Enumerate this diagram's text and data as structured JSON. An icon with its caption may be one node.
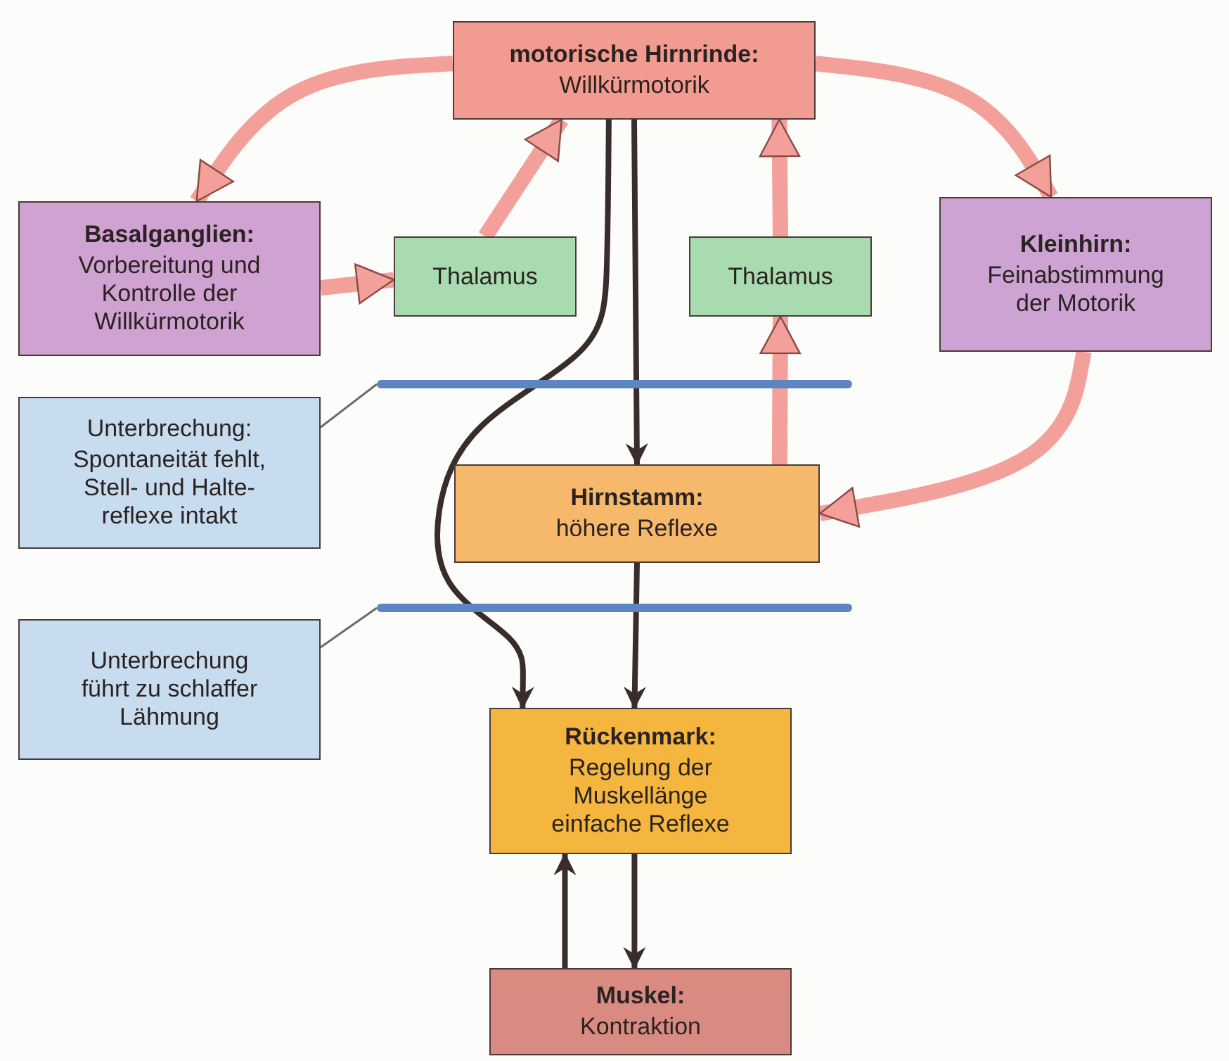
{
  "diagram": {
    "nodes": [
      {
        "text": [
          "motorische Hirnrinde:",
          "Willkürmotorik"
        ]
      },
      {
        "text": [
          "Basalganglien:",
          "Vorbereitung und Kontrolle der Willkürmotorik"
        ]
      },
      {
        "text": [
          "Thalamus"
        ]
      },
      {
        "text": [
          "Thalamus"
        ]
      },
      {
        "text": [
          "Kleinhirn:",
          "Feinabstimmung der Motorik"
        ]
      },
      {
        "text": [
          "Unterbrechung:",
          "Spontaneität fehlt, Stell- und Halte- reflexe intakt"
        ]
      },
      {
        "text": [
          "Unterbrechung führt zu schlaffer Lähmung"
        ]
      },
      {
        "text": [
          "Hirnstamm:",
          "höhere Reflexe"
        ]
      },
      {
        "text": [
          "Rückenmark:",
          "Regelung der Muskellänge einfache Reflexe"
        ]
      },
      {
        "text": [
          "Muskel:",
          "Kontraktion"
        ]
      },
      {
        "text": [],
        "shape": "bar"
      },
      {
        "text": [],
        "shape": "bar"
      }
    ],
    "edges": [
      {
        "from": 0,
        "to": 1,
        "arrow": "to",
        "style": "thick"
      },
      {
        "from": 1,
        "to": 2,
        "arrow": "to",
        "style": "thick"
      },
      {
        "from": 2,
        "to": 0,
        "arrow": "to",
        "style": "thick"
      },
      {
        "from": 0,
        "to": 4,
        "arrow": "to",
        "style": "thick"
      },
      {
        "from": 4,
        "to": 7,
        "arrow": "to",
        "style": "thick"
      },
      {
        "from": 7,
        "to": 3,
        "arrow": "to",
        "style": "thick"
      },
      {
        "from": 3,
        "to": 0,
        "arrow": "to",
        "style": "thick"
      },
      {
        "from": 0,
        "to": 8,
        "arrow": "to",
        "color": "#3a2c2c"
      },
      {
        "from": 0,
        "to": 7,
        "arrow": "to",
        "color": "#3a2c2c"
      },
      {
        "from": 7,
        "to": 8,
        "arrow": "to",
        "color": "#3a2c2c"
      },
      {
        "from": 9,
        "to": 8,
        "arrow": "to",
        "color": "#3a2c2c"
      },
      {
        "from": 8,
        "to": 9,
        "arrow": "to",
        "color": "#3a2c2c"
      },
      {
        "from": 5,
        "to": 10,
        "arrow": "none",
        "color": "#6b6b6b"
      },
      {
        "from": 6,
        "to": 11,
        "arrow": "none",
        "color": "#6b6b6b"
      }
    ]
  }
}
